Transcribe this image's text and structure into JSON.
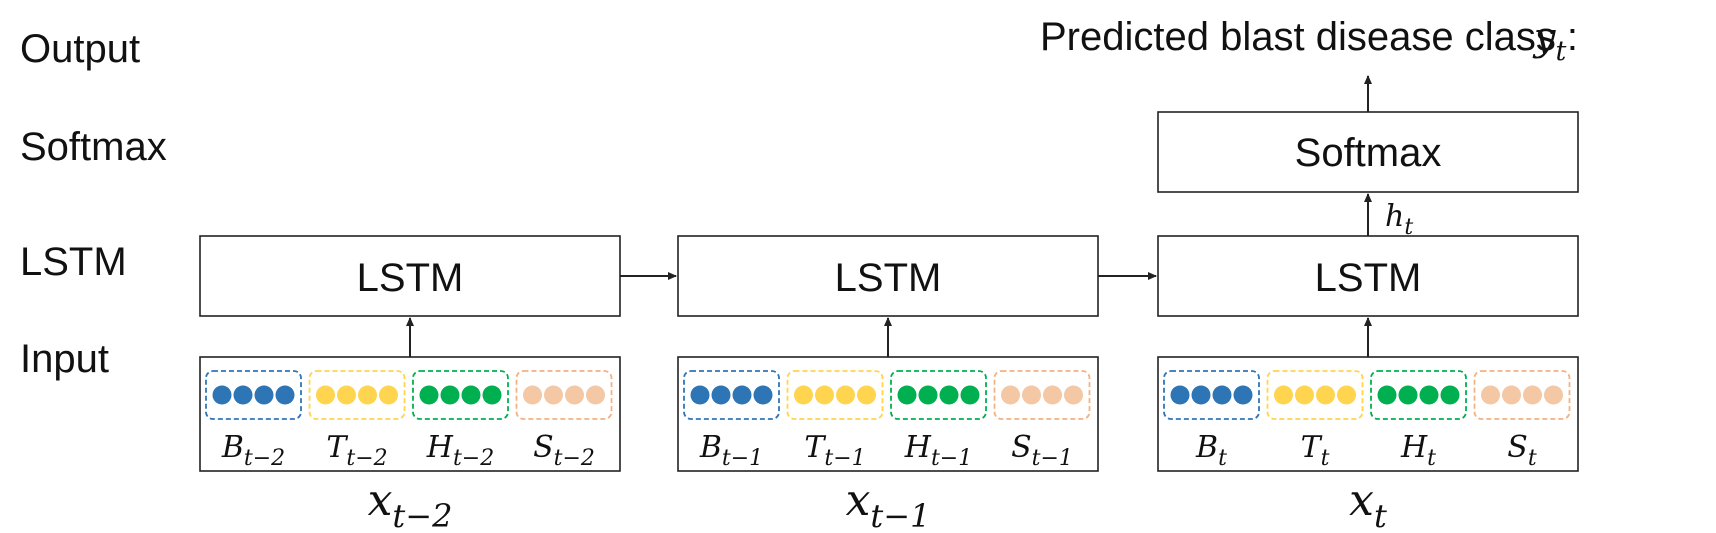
{
  "row_labels": {
    "output": "Output",
    "softmax": "Softmax",
    "lstm": "LSTM",
    "input": "Input"
  },
  "output_text": "Predicted blast disease class :",
  "output_var": {
    "base": "y",
    "sub": "t"
  },
  "softmax_box_label": "Softmax",
  "hidden_state": {
    "base": "h",
    "sub": "t"
  },
  "timesteps": [
    {
      "lstm_label": "LSTM",
      "x": {
        "base": "x",
        "sub": "t−2"
      },
      "features": [
        {
          "base": "B",
          "sub": "t−2"
        },
        {
          "base": "T",
          "sub": "t−2"
        },
        {
          "base": "H",
          "sub": "t−2"
        },
        {
          "base": "S",
          "sub": "t−2"
        }
      ]
    },
    {
      "lstm_label": "LSTM",
      "x": {
        "base": "x",
        "sub": "t−1"
      },
      "features": [
        {
          "base": "B",
          "sub": "t−1"
        },
        {
          "base": "T",
          "sub": "t−1"
        },
        {
          "base": "H",
          "sub": "t−1"
        },
        {
          "base": "S",
          "sub": "t−1"
        }
      ]
    },
    {
      "lstm_label": "LSTM",
      "x": {
        "base": "x",
        "sub": "t"
      },
      "features": [
        {
          "base": "B",
          "sub": "t"
        },
        {
          "base": "T",
          "sub": "t"
        },
        {
          "base": "H",
          "sub": "t"
        },
        {
          "base": "S",
          "sub": "t"
        }
      ]
    }
  ],
  "feature_groups": [
    {
      "name": "B",
      "dot_color": "#2e75b6",
      "border_color": "#2e75b6"
    },
    {
      "name": "T",
      "dot_color": "#ffd44f",
      "border_color": "#ffd44f"
    },
    {
      "name": "H",
      "dot_color": "#00b050",
      "border_color": "#00b050"
    },
    {
      "name": "S",
      "dot_color": "#f4c7a5",
      "border_color": "#f4b183"
    }
  ],
  "dots_per_group": 4
}
